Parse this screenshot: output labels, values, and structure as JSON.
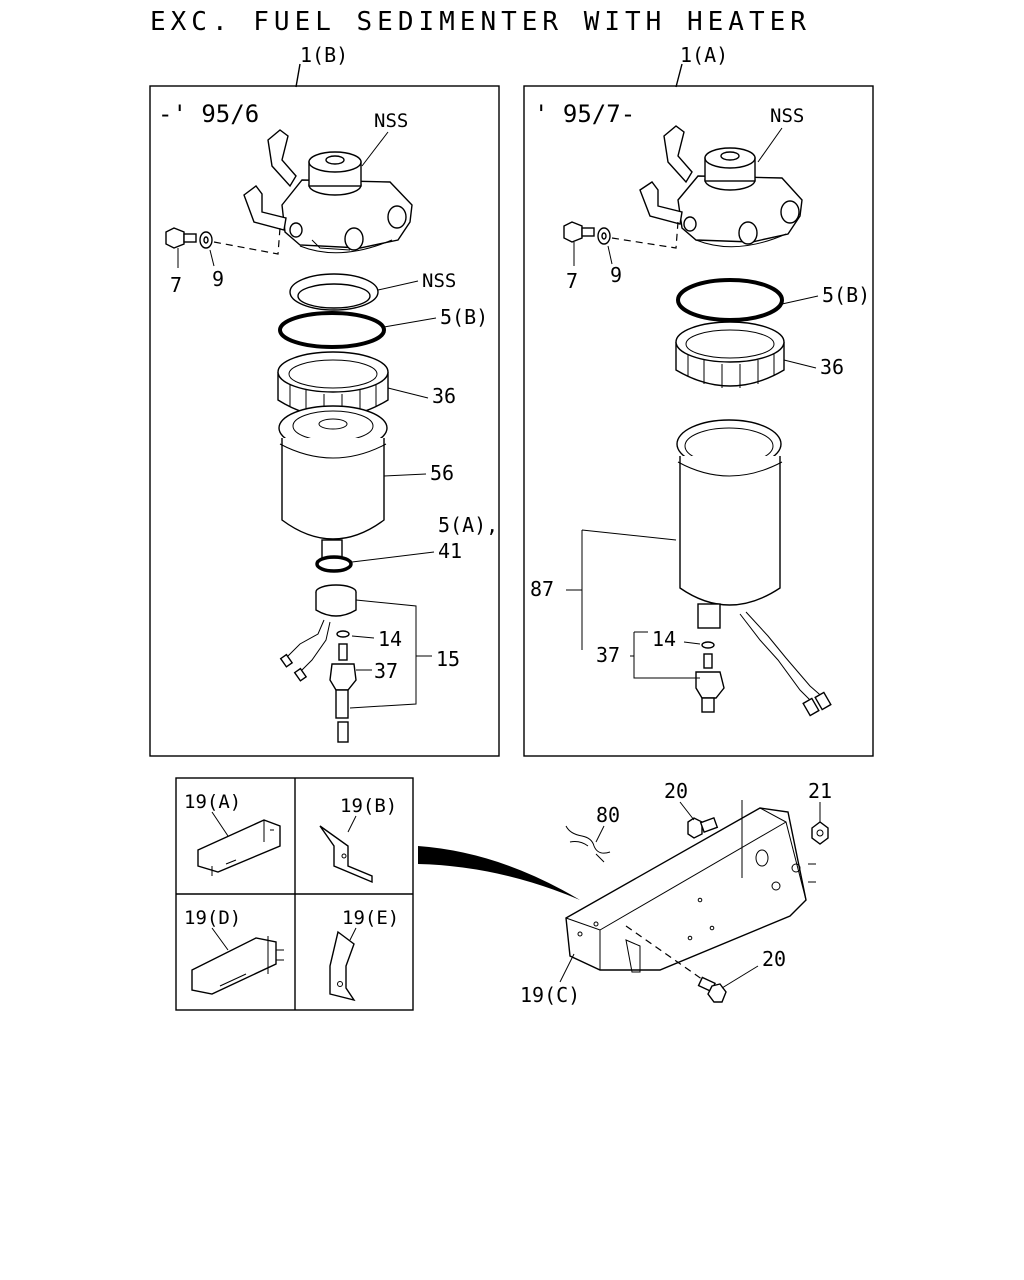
{
  "title": "EXC. FUEL SEDIMENTER WITH HEATER",
  "left_panel": {
    "callout": "1(B)",
    "date_range": "-' 95/6",
    "labels": {
      "nss_head": "NSS",
      "bolt": "7",
      "washer": "9",
      "nss_ring": "NSS",
      "o_ring": "5(B)",
      "nut": "36",
      "element": "56",
      "seal_a_line1": "5(A),",
      "seal_a_line2": "41",
      "small_oring": "14",
      "sensor": "37",
      "sensor_assy": "15"
    }
  },
  "right_panel": {
    "callout": "1(A)",
    "date_range": "' 95/7-",
    "labels": {
      "nss_head": "NSS",
      "bolt": "7",
      "washer": "9",
      "o_ring": "5(B)",
      "nut": "36",
      "element": "87",
      "small_oring": "14",
      "sensor": "37"
    }
  },
  "bracket_grid": {
    "cells": [
      "19(A)",
      "19(B)",
      "19(D)",
      "19(E)"
    ]
  },
  "bracket_assembly": {
    "labels": {
      "bolt_top": "20",
      "clip": "80",
      "nut": "21",
      "bolt_bottom": "20",
      "bracket": "19(C)"
    }
  }
}
